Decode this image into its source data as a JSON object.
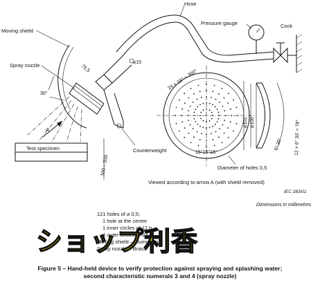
{
  "labels": {
    "hose": "Hose",
    "pressure_gauge": "Pressure gauge",
    "cock": "Cock",
    "moving_shield": "Moving shield",
    "spray_nozzle": "Spray nozzle",
    "test_specimen": "Test specimen",
    "counterweight": "Counterweight",
    "arrow_a": "A",
    "holes_diameter": "Diameter of holes 0,5",
    "viewed_according": "Viewed according to arrow A (with shield removed)",
    "iec_ref": "IEC   283/01",
    "units": "Dimensions in millimetres"
  },
  "dimensions": {
    "d75": "75,5",
    "d15": "⌀15",
    "angle30": "30°",
    "range_300_500": "300 – 500",
    "circle_angle": "24 × 15° = 360°",
    "d102": "⌀102",
    "d100": "⌀100",
    "d15_15_15": "15°15°15°",
    "side_6_30": "6° 30'",
    "side_12_6_30": "12 × 6° 30' = 78°"
  },
  "notes": [
    "121 holes of ⌀ 0,5;",
    "1 hole at the centre",
    "1 inner circles of 12 h",
    "4 outer circles of 24 h",
    "Moving shield – Aluminium",
    "Spray nozzle – Brass"
  ],
  "watermark": "ショップ利香",
  "caption": {
    "line1": "Figure 5 – Hand-held device to verify protection against spraying and splashing water;",
    "line2": "second characteristic numerals 3 and 4 (spray nozzle)"
  }
}
